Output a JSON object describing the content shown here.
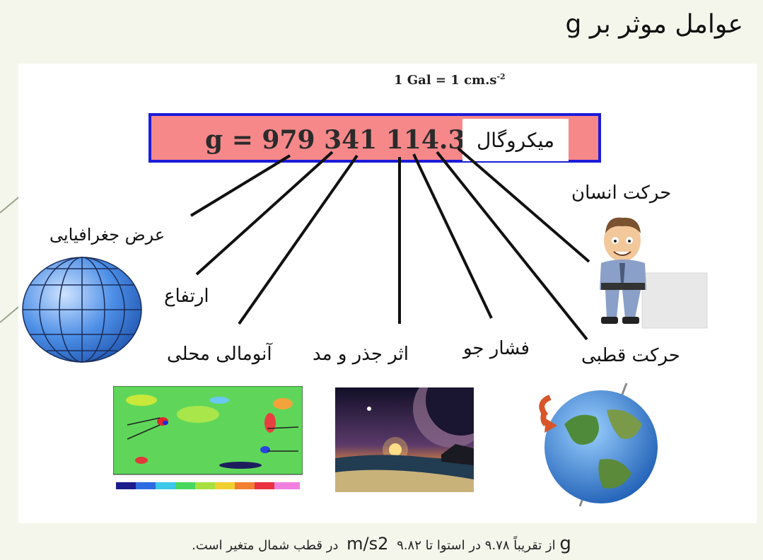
{
  "slide": {
    "title": "عوامل موثر بر g",
    "gal_note": "1 Gal = 1 cm.s⁻²",
    "g_value": "g = 979 341 114.3",
    "unit_label": "میکروگال"
  },
  "labels": {
    "human_motion": "حرکت انسان",
    "latitude": "عرض جغرافیایی",
    "altitude": "ارتفاع",
    "local_anomaly": "آنومالی محلی",
    "tide_effect": "اثر جذر و مد",
    "air_pressure": "فشار جو",
    "polar_motion": "حرکت قطبی"
  },
  "footer": {
    "g_symbol": "g",
    "text_part1": "از تقریباً ۹.۷۸ در استوا تا ۹.۸۲",
    "unit": "m/s2",
    "text_part2": "در قطب شمال متغیر است."
  },
  "icons": [
    "globe-icon",
    "gravity-map-image",
    "tide-scene-image",
    "earth-rotation-icon",
    "person-icon"
  ],
  "colors": {
    "box_fill": "#f7888a",
    "box_border": "#1c1cd8"
  }
}
